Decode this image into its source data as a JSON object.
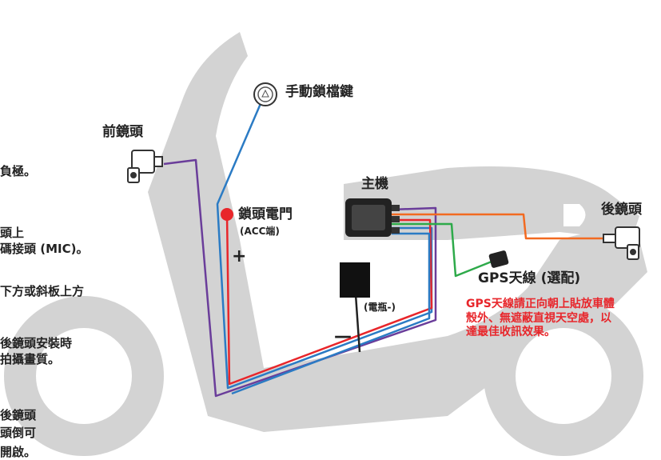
{
  "labels": {
    "manual_lock": "手動鎖檔鍵",
    "front_camera": "前鏡頭",
    "main_unit": "主機",
    "rear_camera": "後鏡頭",
    "ignition": "鎖頭電門",
    "acc": "(ACC端)",
    "battery": "(電瓶-)",
    "gps": "GPS天線 (選配)",
    "plus": "+",
    "minus": "—"
  },
  "gps_note": [
    "GPS天線請正向朝上貼放車體",
    "殼外、無遮蔽直視天空處，以",
    "達最佳收訊效果。"
  ],
  "side_notes": [
    "負極。",
    "頭上",
    "碼接頭 (MIC)。",
    "下方或斜板上方",
    "後鏡頭安裝時",
    "拍攝畫質。",
    "後鏡頭",
    "頭倒可",
    "開啟。"
  ],
  "colors": {
    "scooter": "#d3d3d3",
    "wire_purple": "#6a3d9a",
    "wire_red": "#e8262b",
    "wire_blue": "#2b7bc4",
    "wire_orange": "#f26a21",
    "wire_green": "#2eaa4a",
    "accent_red": "#e8262b"
  }
}
